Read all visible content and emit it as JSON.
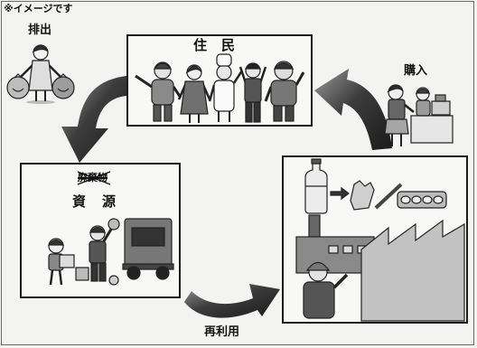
{
  "note": "※イメージです",
  "labels": {
    "discharge": "排出",
    "residents": "住民",
    "purchase": "購入",
    "waste": "廃棄物",
    "resources": "資源",
    "reuse": "再利用"
  },
  "colors": {
    "line": "#1c1c1c",
    "arrow": "#333333",
    "background": "#f3f3f1"
  }
}
